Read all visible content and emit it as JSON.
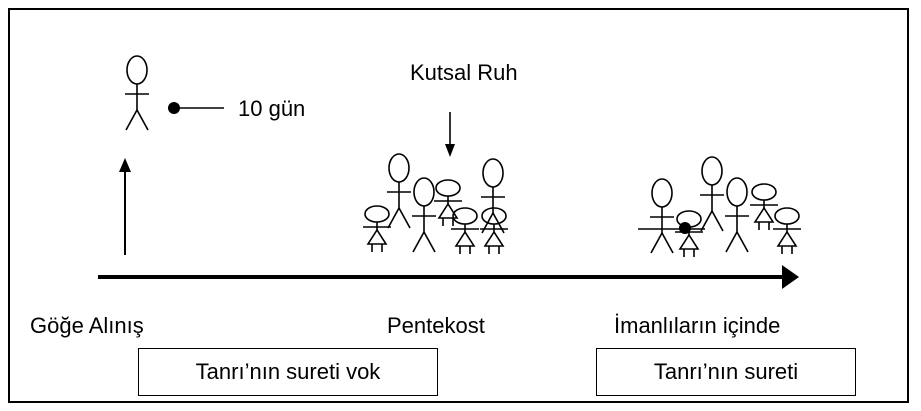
{
  "labels": {
    "holy_spirit": "Kutsal Ruh",
    "ten_days": "10 gün",
    "ascension": "Göğe Alınış",
    "pentecost": "Pentekost",
    "in_believers": "İmanlıların içinde"
  },
  "boxes": {
    "no_image": "Tanrı’nın sureti vok",
    "image": "Tanrı’nın sureti"
  }
}
